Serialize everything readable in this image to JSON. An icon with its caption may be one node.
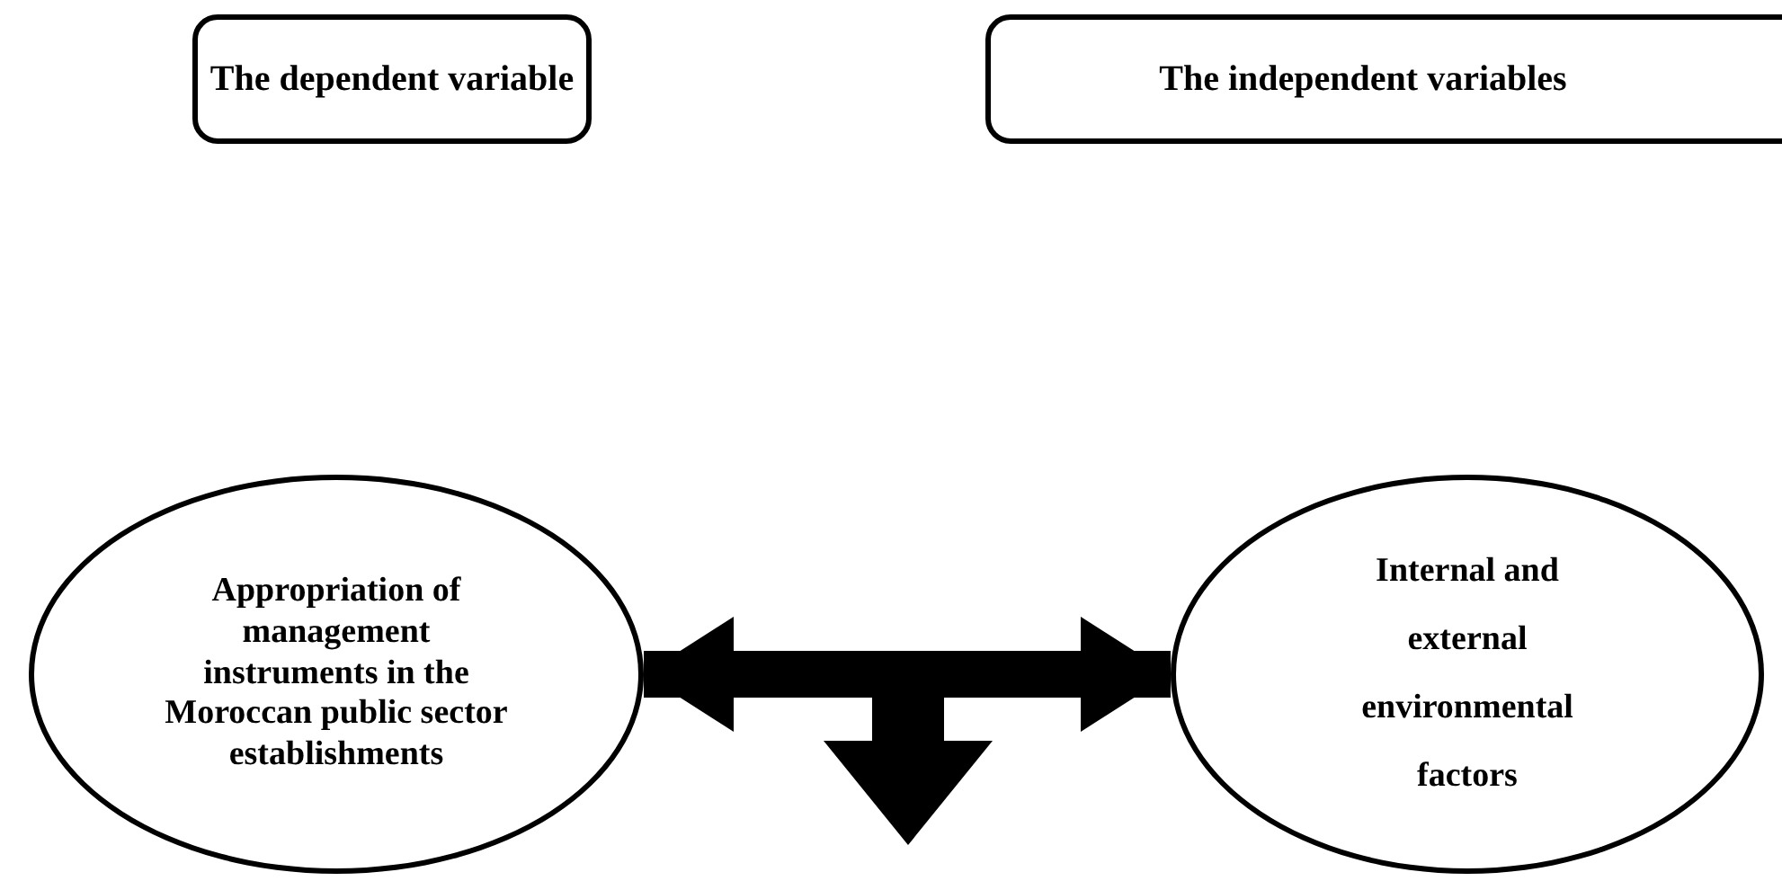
{
  "diagram": {
    "nodes": [
      {
        "text": [
          "The dependent variable"
        ]
      },
      {
        "text": [
          "The independent variables"
        ]
      },
      {
        "text": [
          "Appropriation of management instruments in the Moroccan public sector establishments"
        ]
      },
      {
        "text": [
          "Internal and external environmental factors"
        ]
      }
    ],
    "edges": [
      {
        "from": 2,
        "to": 3,
        "arrow": "both"
      }
    ]
  }
}
